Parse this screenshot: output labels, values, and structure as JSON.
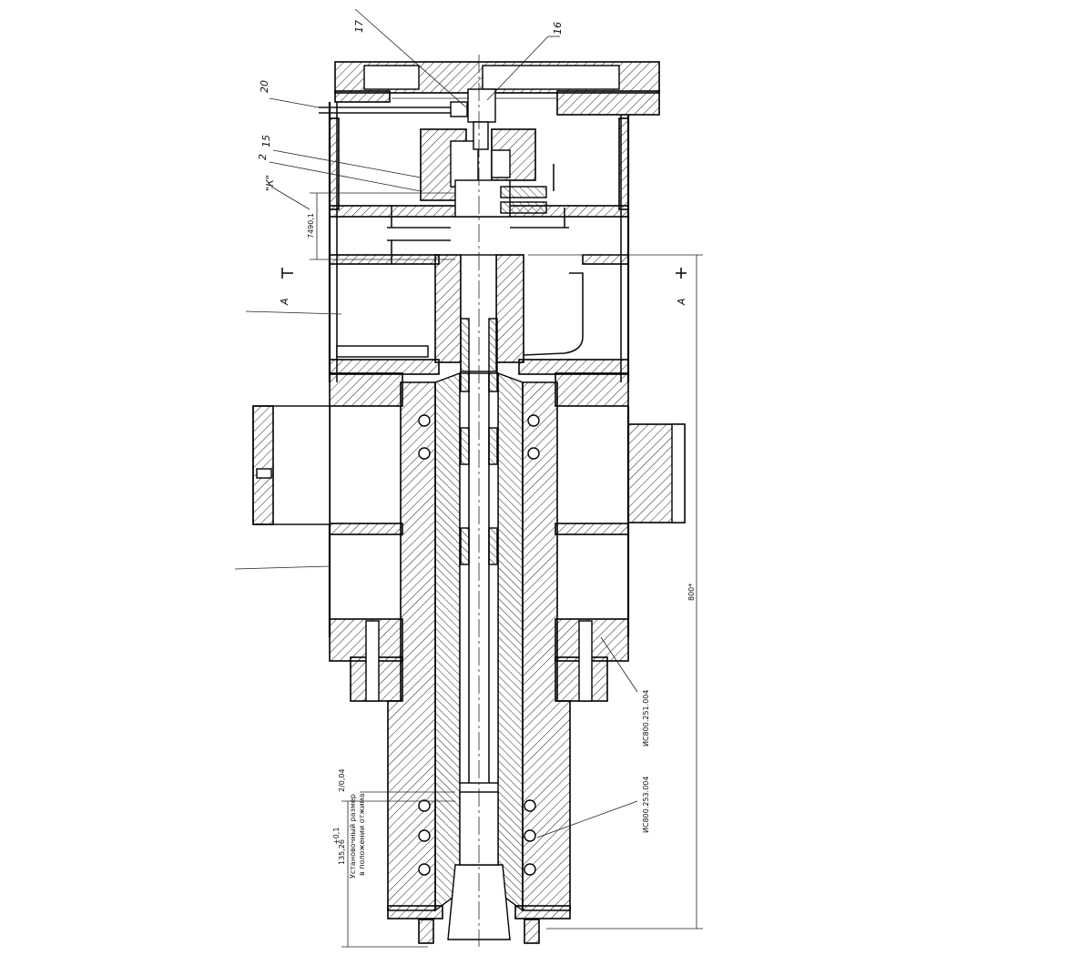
{
  "callouts": {
    "c17": "17",
    "c16": "16",
    "c20": "20",
    "c15": "15",
    "c2": "2",
    "cK": "\"К\""
  },
  "section_marks": {
    "left": "А",
    "right": "А"
  },
  "dimensions": {
    "d_left_top": "7490,1",
    "d_overall": "800*",
    "d_bottom": "135,26",
    "d_bottom_tol": "+0,1",
    "d_small": "2/0,04"
  },
  "annotations": {
    "note_line1": "Установочный размер",
    "note_line2": "в положении отжима",
    "part_a": "ИС800.251.004",
    "part_b": "ИС800.253.004"
  }
}
